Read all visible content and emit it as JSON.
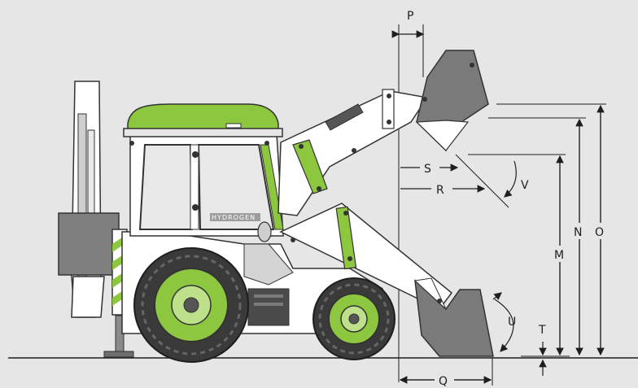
{
  "dimension_labels": {
    "P": "P",
    "S": "S",
    "R": "R",
    "V": "V",
    "M": "M",
    "N": "N",
    "O": "O",
    "U": "U",
    "T": "T",
    "Q": "Q"
  },
  "cab_logo": "HYDROGEN",
  "colors": {
    "background": "#e6e6e6",
    "accent_green": "#8dc63f",
    "bucket_gray": "#7a7a7a",
    "tire_dark": "#3a3a3a",
    "line": "#1e1e1e"
  }
}
